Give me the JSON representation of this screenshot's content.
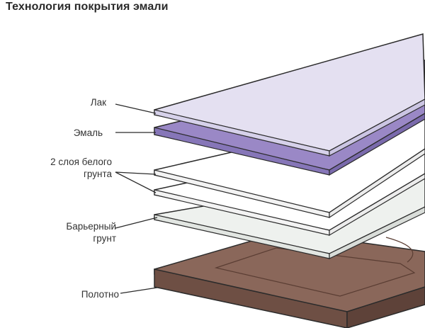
{
  "title": "Технология покрытия эмали",
  "labels": {
    "lacquer": "Лак",
    "enamel": "Эмаль",
    "white_primer_line1": "2 слоя белого",
    "white_primer_line2": "грунта",
    "barrier_primer_line1": "Барьерный",
    "barrier_primer_line2": "грунт",
    "panel": "Полотно"
  },
  "colors": {
    "lacquer": "#e4e0f1",
    "enamel": "#9a88c6",
    "white_primer": "#ffffff",
    "barrier_primer": "#eef1ee",
    "panel_top": "#8a675a",
    "panel_side": "#6e4f44",
    "outline": "#2b2b2b"
  }
}
